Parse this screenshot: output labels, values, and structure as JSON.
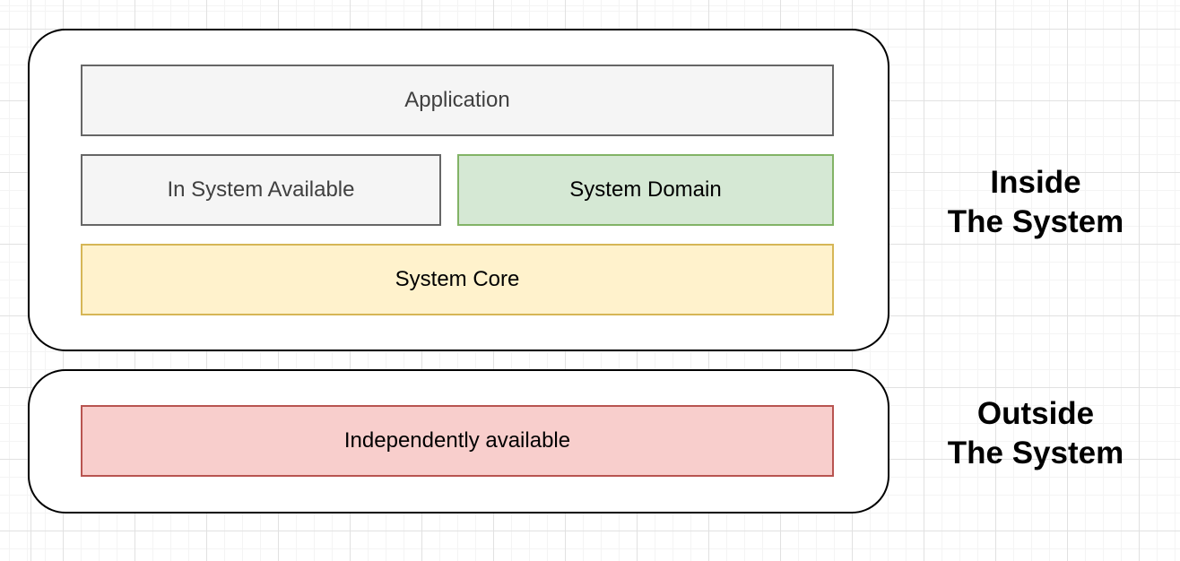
{
  "palette": {
    "container_stroke": "#000000",
    "gray_fill": "#F5F5F5",
    "gray_stroke": "#666666",
    "green_fill": "#D5E8D4",
    "green_stroke": "#82B366",
    "yellow_fill": "#FFF2CC",
    "yellow_stroke": "#D6B656",
    "red_fill": "#F8CECC",
    "red_stroke": "#B85450",
    "grid_minor": "#F4F4F4",
    "grid_major": "#E1E1E1",
    "canvas_background": "#FFFFFF"
  },
  "inside_system": {
    "side_label": {
      "line1": "Inside",
      "line2": "The System"
    },
    "boxes": {
      "application": {
        "label": "Application"
      },
      "in_system_available": {
        "label": "In System Available"
      },
      "system_domain": {
        "label": "System Domain"
      },
      "system_core": {
        "label": "System Core"
      }
    }
  },
  "outside_system": {
    "side_label": {
      "line1": "Outside",
      "line2": "The System"
    },
    "boxes": {
      "independently_available": {
        "label": "Independently available"
      }
    }
  }
}
